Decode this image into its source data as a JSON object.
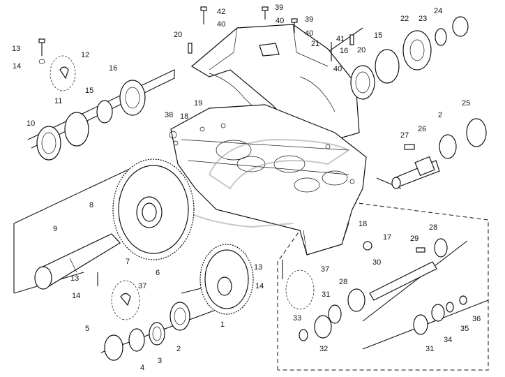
{
  "callouts": {
    "c1": "1",
    "c2a": "2",
    "c2b": "2",
    "c3": "3",
    "c4": "4",
    "c5": "5",
    "c6": "6",
    "c7": "7",
    "c8": "8",
    "c9": "9",
    "c10": "10",
    "c11": "11",
    "c12": "12",
    "c13a": "13",
    "c13b": "13",
    "c13c": "13",
    "c14a": "14",
    "c14b": "14",
    "c14c": "14",
    "c15a": "15",
    "c15b": "15",
    "c16a": "16",
    "c16b": "16",
    "c17": "17",
    "c18a": "18",
    "c18b": "18",
    "c19": "19",
    "c20a": "20",
    "c20b": "20",
    "c21": "21",
    "c22": "22",
    "c23": "23",
    "c24": "24",
    "c25": "25",
    "c26": "26",
    "c27": "27",
    "c28a": "28",
    "c28b": "28",
    "c29": "29",
    "c30": "30",
    "c31a": "31",
    "c31b": "31",
    "c32": "32",
    "c33": "33",
    "c34": "34",
    "c35": "35",
    "c36": "36",
    "c37a": "37",
    "c37b": "37",
    "c38": "38",
    "c39a": "39",
    "c39b": "39",
    "c40a": "40",
    "c40b": "40",
    "c40c": "40",
    "c41": "41",
    "c42": "42"
  },
  "colors": {
    "ink": "#111111",
    "paper": "#ffffff",
    "watermark": "#999999"
  }
}
